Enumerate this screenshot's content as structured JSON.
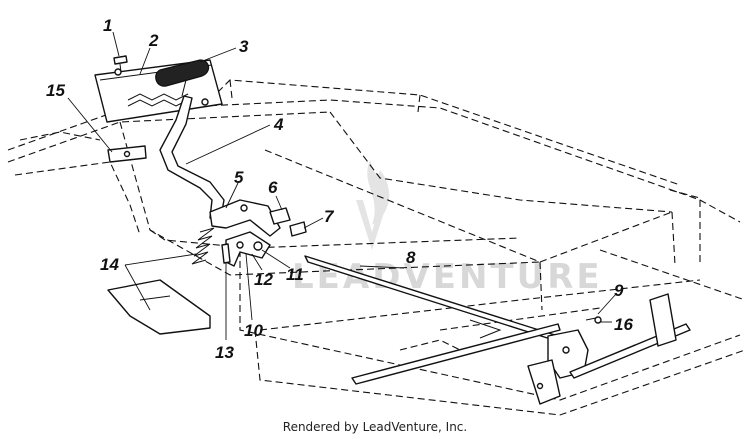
{
  "callouts": [
    "1",
    "2",
    "3",
    "4",
    "5",
    "6",
    "7",
    "8",
    "9",
    "10",
    "11",
    "12",
    "13",
    "14",
    "15",
    "16"
  ],
  "watermark": "LEADVENTURE",
  "footer": "Rendered by LeadVenture, Inc."
}
